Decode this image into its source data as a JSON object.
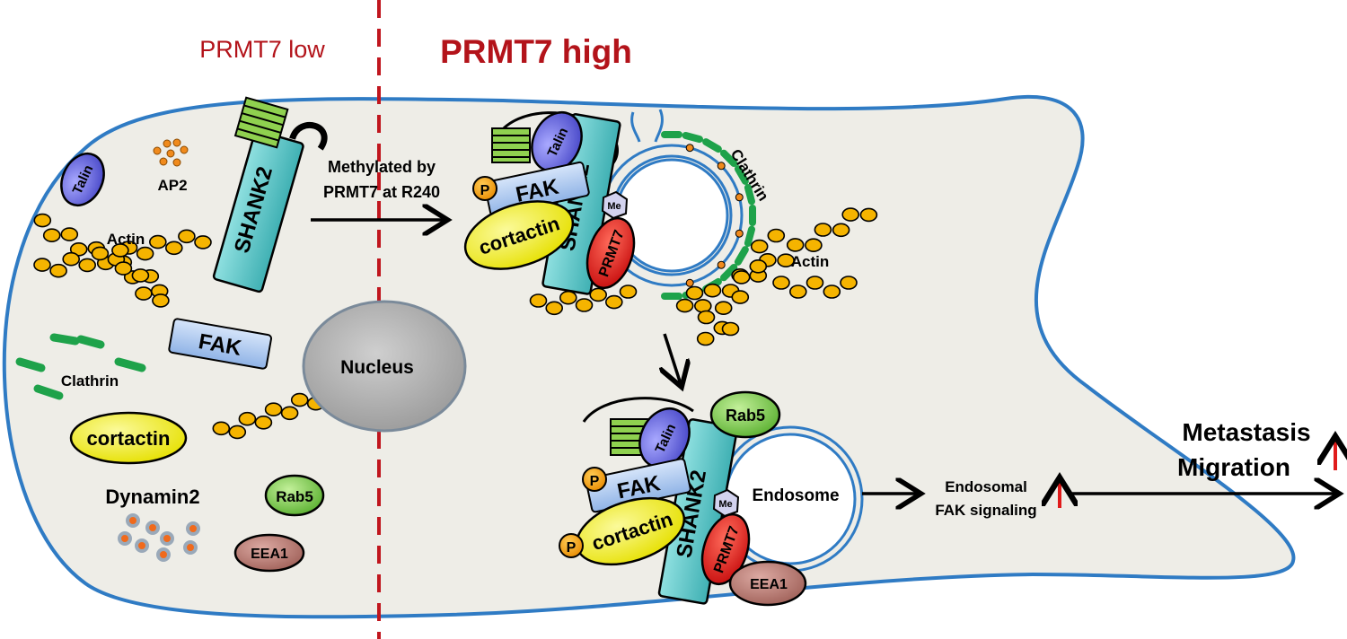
{
  "header": {
    "low_label": "PRMT7 low",
    "high_label": "PRMT7 high"
  },
  "proteins": {
    "talin": "Talin",
    "fak": "FAK",
    "shank2": "SHANK2",
    "cortactin": "cortactin",
    "prmt7": "PRMT7",
    "rab5": "Rab5",
    "eea1": "EEA1",
    "methyl": "Me",
    "phospho": "P"
  },
  "labels": {
    "ap2": "AP2",
    "actin": "Actin",
    "clathrin": "Clathrin",
    "nucleus": "Nucleus",
    "dynamin2": "Dynamin2",
    "endosome": "Endosome"
  },
  "arrows": {
    "methylation_line1": "Methylated by",
    "methylation_line2": "PRMT7 at R240",
    "endosomal_line1": "Endosomal",
    "endosomal_line2": "FAK signaling",
    "outcome_line1": "Metastasis",
    "outcome_line2": "Migration"
  },
  "colors": {
    "membrane": "#2f7bc4",
    "cytoplasm": "#eeede7",
    "divider": "#c0161e",
    "title": "#b3131a",
    "actin": "#f5b400",
    "clathrin": "#1ea24a",
    "talin": "#6f6fe0",
    "fak": "#a9c6ef",
    "shank2": "#5fc9c9",
    "cortactin": "#f2ef2c",
    "prmt7": "#e3221c",
    "rab5": "#7fcf4a",
    "eea1": "#b97a72",
    "nucleus": "#b5b5b5",
    "ap2": "#f08a1c"
  }
}
